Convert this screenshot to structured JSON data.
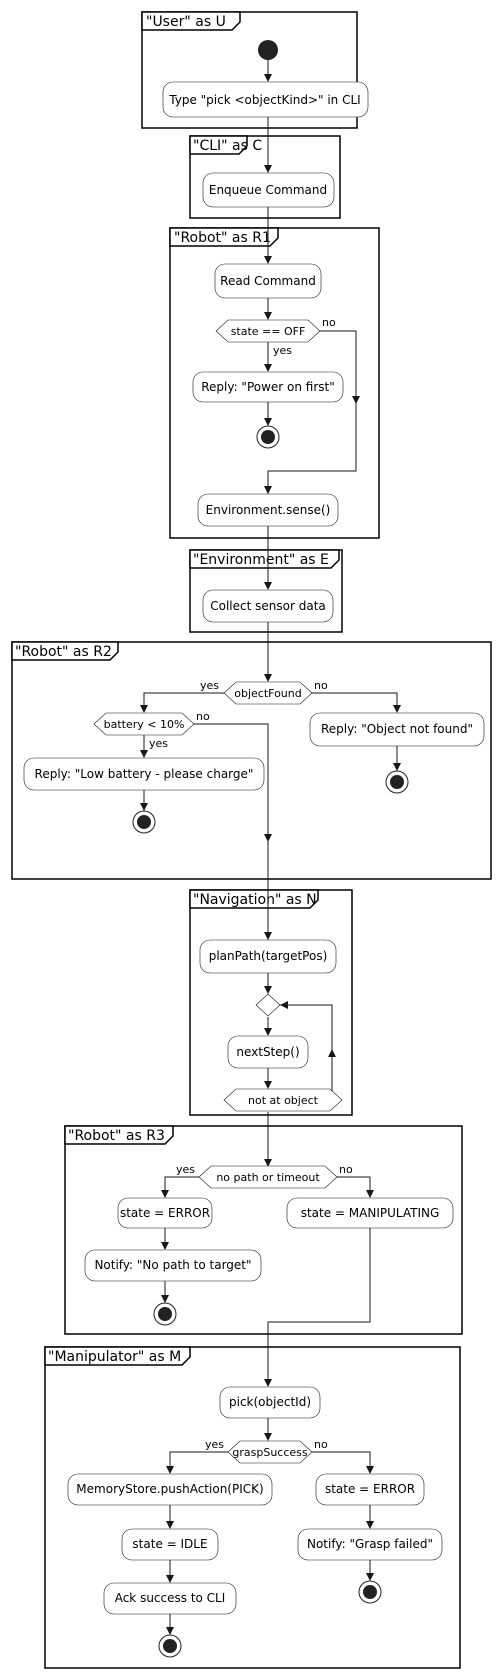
{
  "frames": {
    "user": "\"User\" as U",
    "cli": "\"CLI\" as C",
    "robot1": "\"Robot\" as R1",
    "env": "\"Environment\" as E",
    "robot2": "\"Robot\" as R2",
    "nav": "\"Navigation\" as N",
    "robot3": "\"Robot\" as R3",
    "manip": "\"Manipulator\" as M"
  },
  "activities": {
    "type_pick": "Type \"pick <objectKind>\" in CLI",
    "enqueue": "Enqueue Command",
    "read_cmd": "Read Command",
    "reply_power": "Reply: \"Power on first\"",
    "env_sense": "Environment.sense()",
    "collect": "Collect sensor data",
    "reply_not_found": "Reply: \"Object not found\"",
    "reply_low_batt": "Reply: \"Low battery - please charge\"",
    "plan_path": "planPath(targetPos)",
    "next_step": "nextStep()",
    "state_error1": "state = ERROR",
    "notify_no_path": "Notify: \"No path to target\"",
    "state_manip": "state = MANIPULATING",
    "pick": "pick(objectId)",
    "memory_push": "MemoryStore.pushAction(PICK)",
    "state_idle": "state = IDLE",
    "ack": "Ack success to CLI",
    "state_error2": "state = ERROR",
    "notify_grasp": "Notify: \"Grasp failed\""
  },
  "decisions": {
    "state_off": "state == OFF",
    "object_found": "objectFound",
    "battery": "battery < 10%",
    "not_at_object": "not at object",
    "no_path": "no path or timeout",
    "grasp": "graspSuccess"
  },
  "labels": {
    "yes": "yes",
    "no": "no"
  }
}
